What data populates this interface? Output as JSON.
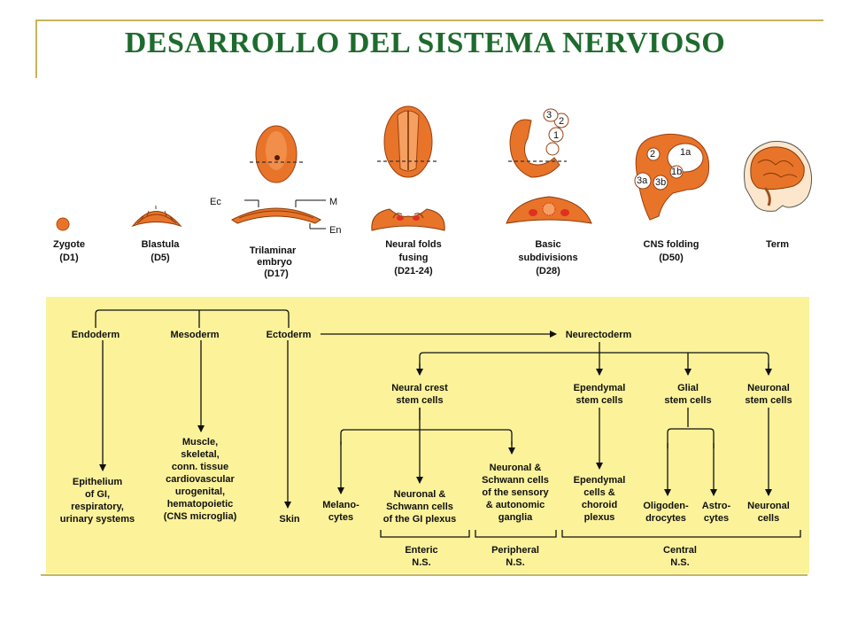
{
  "title": "DESARROLLO DEL SISTEMA NERVIOSO",
  "colors": {
    "title": "#1e6b2e",
    "panel": "#fbf29a",
    "tissue": "#e8742a",
    "frame": "#c8b45a"
  },
  "stages": [
    {
      "name": "Zygote",
      "day": "(D1)"
    },
    {
      "name": "Blastula",
      "day": "(D5)"
    },
    {
      "name": "Trilaminar",
      "name2": "embryo",
      "day": "(D17)"
    },
    {
      "name": "Neural folds",
      "name2": "fusing",
      "day": "(D21-24)"
    },
    {
      "name": "Basic",
      "name2": "subdivisions",
      "day": "(D28)"
    },
    {
      "name": "CNS folding",
      "day": "(D50)"
    },
    {
      "name": "Term"
    }
  ],
  "layer_labels": {
    "ec": "Ec",
    "m": "M",
    "en": "En"
  },
  "brain_labels": {
    "a": "1",
    "b": "2",
    "c": "3",
    "d": "1a",
    "e": "1b",
    "f": "2",
    "g": "3a",
    "h": "3b"
  },
  "flow": {
    "germ_layers": [
      "Endoderm",
      "Mesoderm",
      "Ectoderm"
    ],
    "neurectoderm": "Neurectoderm",
    "stem_cells": [
      {
        "l1": "Neural crest",
        "l2": "stem cells"
      },
      {
        "l1": "Ependymal",
        "l2": "stem cells"
      },
      {
        "l1": "Glial",
        "l2": "stem cells"
      },
      {
        "l1": "Neuronal",
        "l2": "stem cells"
      }
    ],
    "endoderm_out": [
      "Epithelium",
      "of GI,",
      "respiratory,",
      "urinary systems"
    ],
    "mesoderm_out": [
      "Muscle,",
      "skeletal,",
      "conn. tissue",
      "cardiovascular",
      "urogenital,",
      "hematopoietic",
      "(CNS microglia)"
    ],
    "ectoderm_out": "Skin",
    "crest_out": [
      [
        "Melano-",
        "cytes"
      ],
      [
        "Neuronal &",
        "Schwann cells",
        "of the GI plexus"
      ],
      [
        "Neuronal &",
        "Schwann cells",
        "of the sensory",
        "& autonomic",
        "ganglia"
      ]
    ],
    "ependymal_out": [
      "Ependymal",
      "cells &",
      "choroid",
      "plexus"
    ],
    "glial_out": [
      [
        "Oligoden-",
        "drocytes"
      ],
      [
        "Astro-",
        "cytes"
      ]
    ],
    "neuronal_out": [
      "Neuronal",
      "cells"
    ],
    "systems": [
      {
        "l1": "Enteric",
        "l2": "N.S."
      },
      {
        "l1": "Peripheral",
        "l2": "N.S."
      },
      {
        "l1": "Central",
        "l2": "N.S."
      }
    ]
  }
}
